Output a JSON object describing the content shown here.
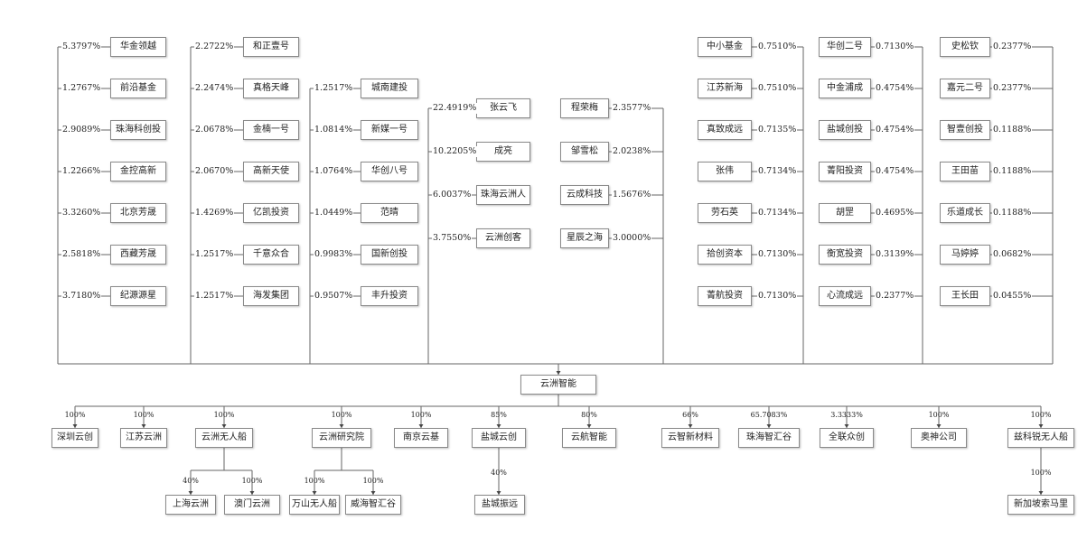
{
  "target": "云洲智能",
  "shareholder_columns": [
    {
      "side": "left",
      "items": [
        {
          "name": "华金领越",
          "pct": "5.3797%"
        },
        {
          "name": "前沿基金",
          "pct": "1.2767%"
        },
        {
          "name": "珠海科创投",
          "pct": "2.9089%"
        },
        {
          "name": "金控高新",
          "pct": "1.2266%"
        },
        {
          "name": "北京芳晟",
          "pct": "3.3260%"
        },
        {
          "name": "西藏芳晟",
          "pct": "2.5818%"
        },
        {
          "name": "纪源源星",
          "pct": "3.7180%"
        }
      ]
    },
    {
      "side": "left",
      "items": [
        {
          "name": "和正壹号",
          "pct": "2.2722%"
        },
        {
          "name": "真格天峰",
          "pct": "2.2474%"
        },
        {
          "name": "金楠一号",
          "pct": "2.0678%"
        },
        {
          "name": "高新天使",
          "pct": "2.0670%"
        },
        {
          "name": "亿凯投资",
          "pct": "1.4269%"
        },
        {
          "name": "千意众合",
          "pct": "1.2517%"
        },
        {
          "name": "海发集团",
          "pct": "1.2517%"
        }
      ]
    },
    {
      "side": "left",
      "items": [
        {
          "name": "城南建投",
          "pct": "1.2517%"
        },
        {
          "name": "新媒一号",
          "pct": "1.0814%"
        },
        {
          "name": "华创八号",
          "pct": "1.0764%"
        },
        {
          "name": "范晴",
          "pct": "1.0449%"
        },
        {
          "name": "国新创投",
          "pct": "0.9983%"
        },
        {
          "name": "丰升投资",
          "pct": "0.9507%"
        }
      ]
    },
    {
      "side": "left",
      "items": [
        {
          "name": "张云飞",
          "pct": "22.4919%"
        },
        {
          "name": "成亮",
          "pct": "10.2205%"
        },
        {
          "name": "珠海云洲人",
          "pct": "6.0037%"
        },
        {
          "name": "云洲创客",
          "pct": "3.7550%"
        }
      ]
    },
    {
      "side": "right",
      "items": [
        {
          "name": "程荣梅",
          "pct": "2.3577%"
        },
        {
          "name": "邹雪松",
          "pct": "2.0238%"
        },
        {
          "name": "云成科技",
          "pct": "1.5676%"
        },
        {
          "name": "星辰之海",
          "pct": "3.0000%"
        }
      ]
    },
    {
      "side": "right",
      "items": [
        {
          "name": "中小基金",
          "pct": "0.7510%"
        },
        {
          "name": "江苏新海",
          "pct": "0.7510%"
        },
        {
          "name": "真致成远",
          "pct": "0.7135%"
        },
        {
          "name": "张伟",
          "pct": "0.7134%"
        },
        {
          "name": "劳石英",
          "pct": "0.7134%"
        },
        {
          "name": "拾创资本",
          "pct": "0.7130%"
        },
        {
          "name": "菁航投资",
          "pct": "0.7130%"
        }
      ]
    },
    {
      "side": "right",
      "items": [
        {
          "name": "华创二号",
          "pct": "0.7130%"
        },
        {
          "name": "中金浦成",
          "pct": "0.4754%"
        },
        {
          "name": "盐城创投",
          "pct": "0.4754%"
        },
        {
          "name": "菁阳投资",
          "pct": "0.4754%"
        },
        {
          "name": "胡罡",
          "pct": "0.4695%"
        },
        {
          "name": "衡宽投资",
          "pct": "0.3139%"
        },
        {
          "name": "心流成远",
          "pct": "0.2377%"
        }
      ]
    },
    {
      "side": "right",
      "items": [
        {
          "name": "史松钦",
          "pct": "0.2377%"
        },
        {
          "name": "嘉元二号",
          "pct": "0.2377%"
        },
        {
          "name": "智壹创投",
          "pct": "0.1188%"
        },
        {
          "name": "王田苗",
          "pct": "0.1188%"
        },
        {
          "name": "乐道成长",
          "pct": "0.1188%"
        },
        {
          "name": "马婷婷",
          "pct": "0.0682%"
        },
        {
          "name": "王长田",
          "pct": "0.0455%"
        }
      ]
    }
  ],
  "subsidiaries": [
    {
      "name": "深圳云创",
      "pct": "100%"
    },
    {
      "name": "江苏云洲",
      "pct": "100%"
    },
    {
      "name": "云洲无人船",
      "pct": "100%",
      "children": [
        {
          "name": "上海云洲",
          "pct": "40%"
        },
        {
          "name": "澳门云洲",
          "pct": "100%"
        }
      ]
    },
    {
      "name": "云洲研究院",
      "pct": "100%",
      "children": [
        {
          "name": "万山无人船",
          "pct": "100%"
        },
        {
          "name": "威海智汇谷",
          "pct": "100%"
        }
      ]
    },
    {
      "name": "南京云基",
      "pct": "100%"
    },
    {
      "name": "盐城云创",
      "pct": "85%",
      "children": [
        {
          "name": "盐城振远",
          "pct": "40%"
        }
      ]
    },
    {
      "name": "云航智能",
      "pct": "80%"
    },
    {
      "name": "云智新材料",
      "pct": "66%"
    },
    {
      "name": "珠海智汇谷",
      "pct": "65.7083%"
    },
    {
      "name": "全联众创",
      "pct": "3.3333%"
    },
    {
      "name": "奥神公司",
      "pct": "100%"
    },
    {
      "name": "兹科锐无人船",
      "pct": "100%",
      "children": [
        {
          "name": "新加坡索马里",
          "pct": "100%"
        }
      ]
    }
  ]
}
